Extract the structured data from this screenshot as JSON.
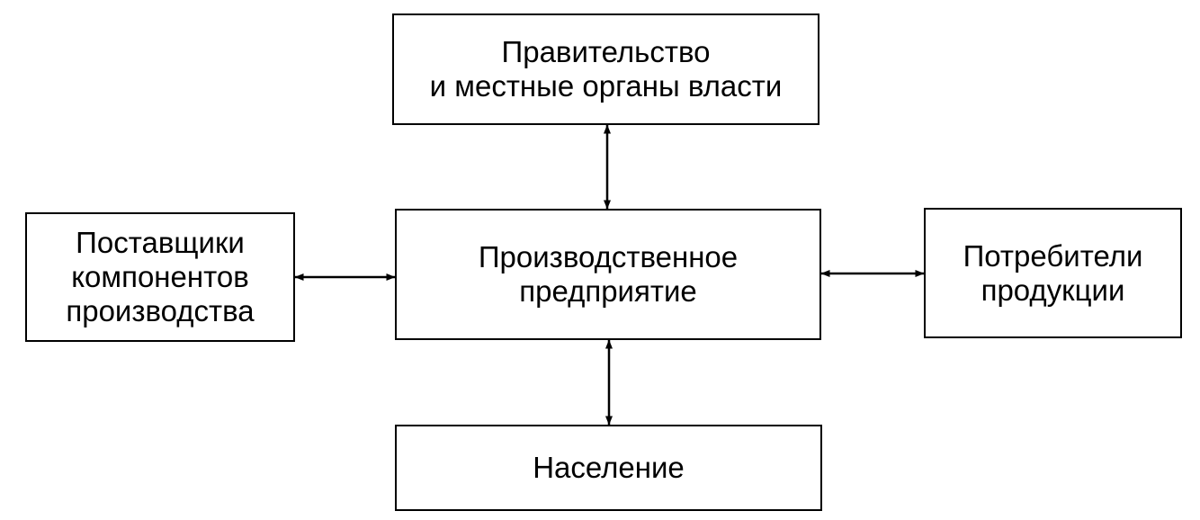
{
  "boxes": {
    "government": "Правительство\nи местные органы власти",
    "suppliers": "Поставщики\nкомпонентов\nпроизводства",
    "enterprise": "Производственное\nпредприятие",
    "consumers": "Потребители\nпродукции",
    "population": "Население"
  },
  "links": [
    {
      "from": "enterprise",
      "to": "government",
      "direction": "both"
    },
    {
      "from": "enterprise",
      "to": "suppliers",
      "direction": "both"
    },
    {
      "from": "enterprise",
      "to": "consumers",
      "direction": "both"
    },
    {
      "from": "enterprise",
      "to": "population",
      "direction": "both"
    }
  ]
}
